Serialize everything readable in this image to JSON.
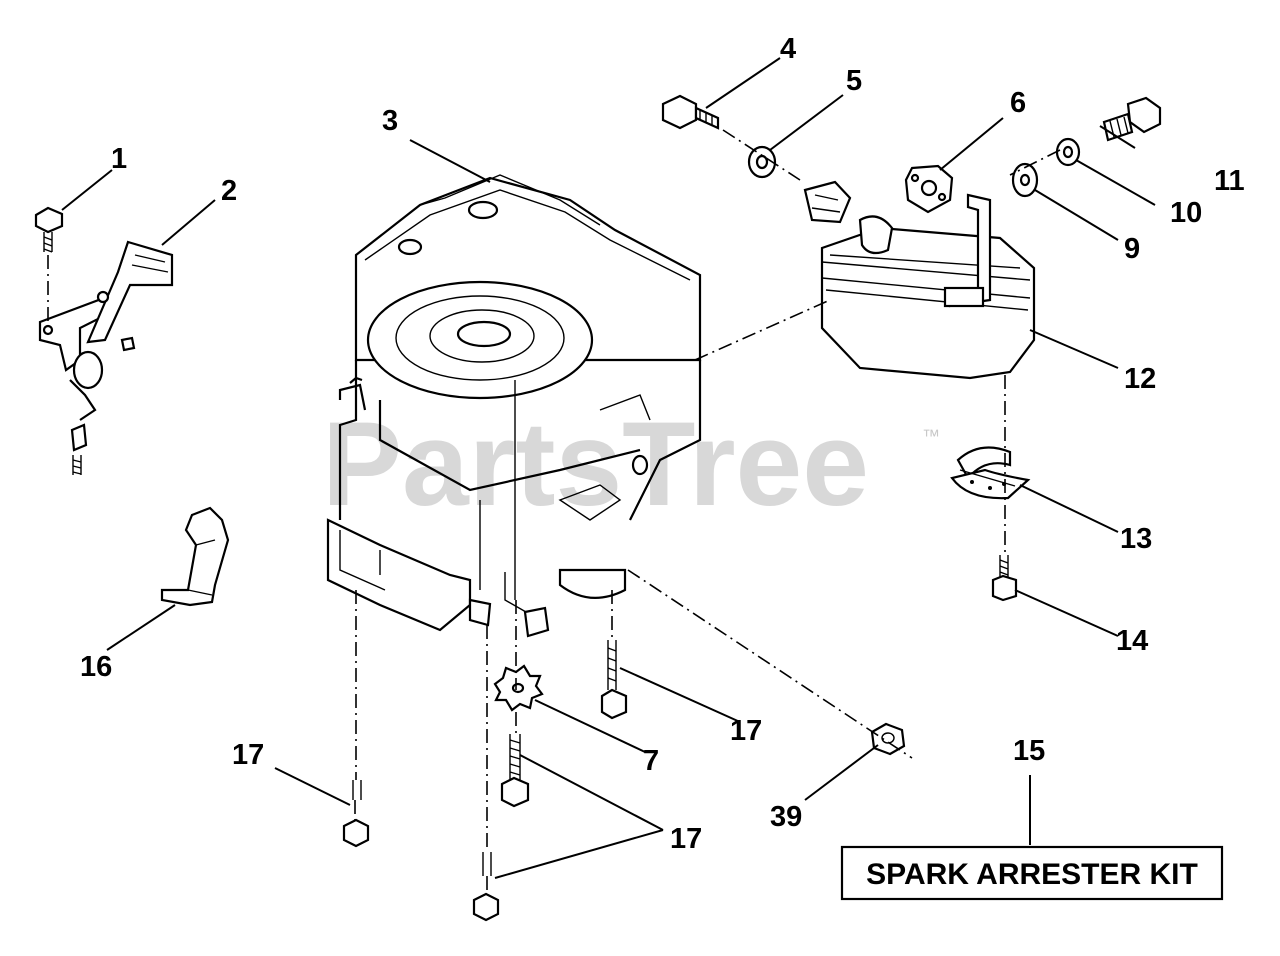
{
  "watermark": {
    "text": "PartsTree",
    "trademark": "™"
  },
  "kit": {
    "label": "SPARK ARRESTER KIT",
    "callout": "15"
  },
  "callouts": {
    "c1": "1",
    "c2": "2",
    "c3": "3",
    "c4": "4",
    "c5": "5",
    "c6": "6",
    "c7": "7",
    "c9": "9",
    "c10": "10",
    "c11": "11",
    "c12": "12",
    "c13": "13",
    "c14": "14",
    "c16": "16",
    "c17a": "17",
    "c17b": "17",
    "c17c": "17",
    "c39": "39"
  },
  "icons": {
    "engine": "engine-block-icon",
    "muffler": "muffler-icon",
    "throttle": "throttle-control-icon"
  }
}
